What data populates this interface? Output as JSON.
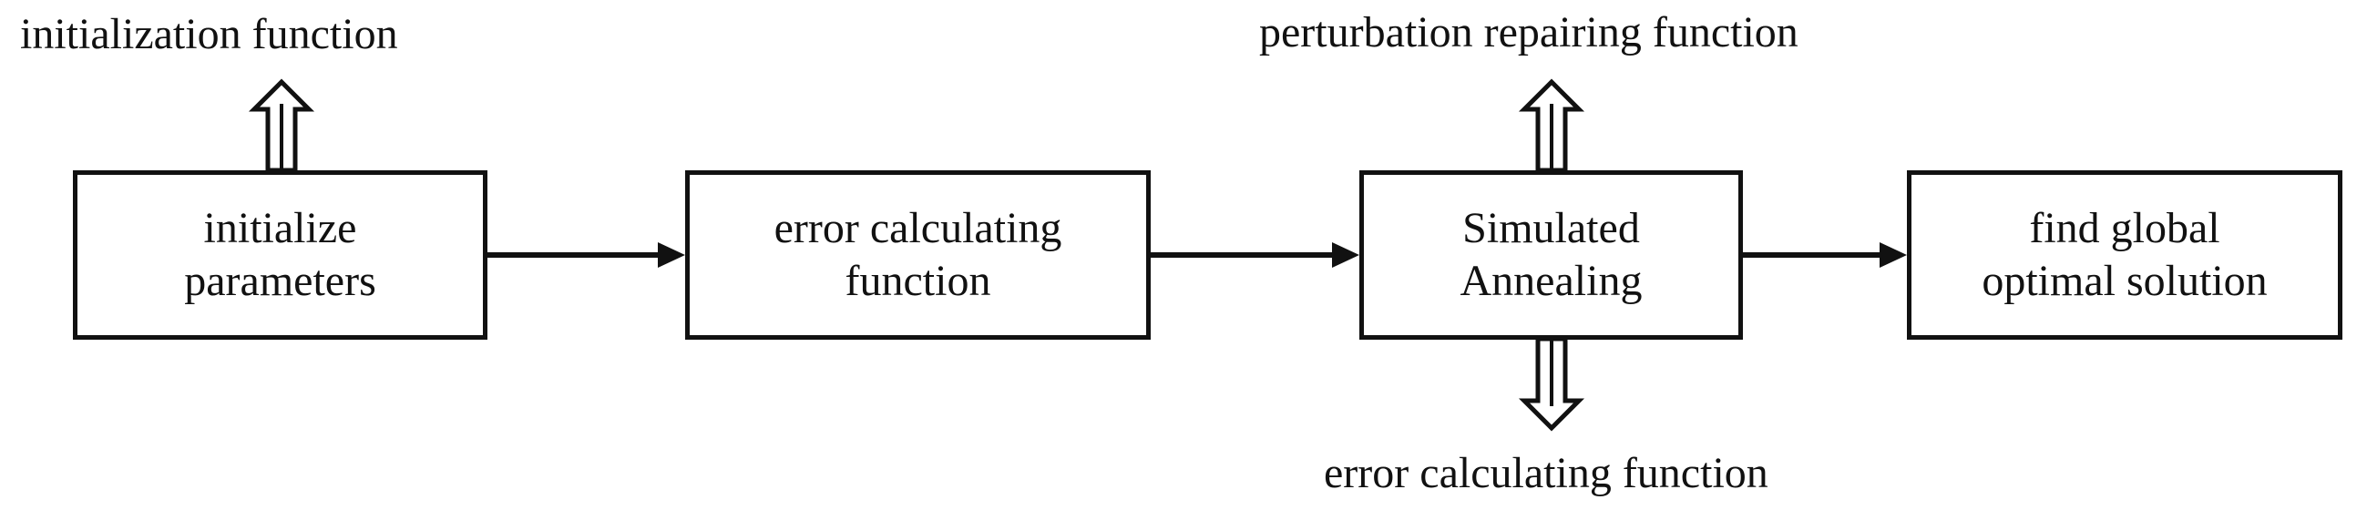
{
  "diagram": {
    "boxes": [
      {
        "id": "initialize-parameters",
        "lines": [
          "initialize",
          "parameters"
        ]
      },
      {
        "id": "error-calculating-function",
        "lines": [
          "error calculating",
          "function"
        ]
      },
      {
        "id": "simulated-annealing",
        "lines": [
          "Simulated",
          "Annealing"
        ]
      },
      {
        "id": "find-global-optimal-solution",
        "lines": [
          "find global",
          "optimal solution"
        ]
      }
    ],
    "side_labels": {
      "initialization": "initialization function",
      "perturbation": "perturbation repairing function",
      "error": "error calculating function"
    },
    "colors": {
      "stroke": "#111111",
      "background": "#ffffff"
    }
  }
}
